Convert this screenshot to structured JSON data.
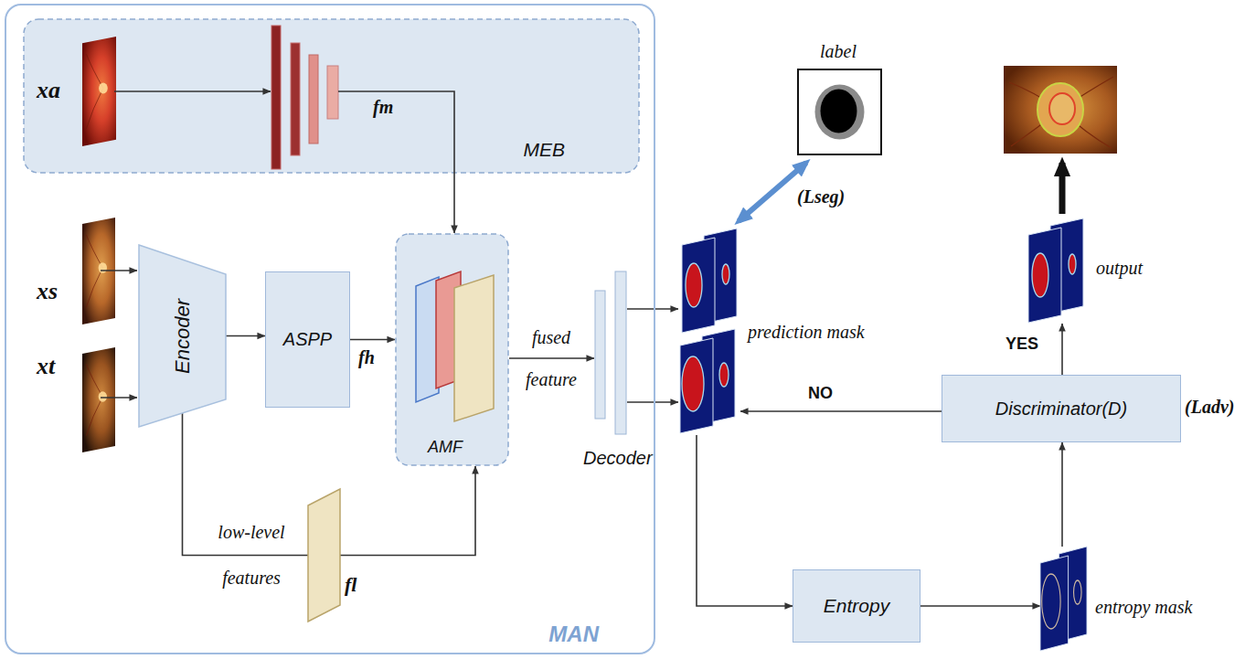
{
  "diagram": {
    "nodes": [
      {
        "text": [
          "MAN"
        ]
      },
      {
        "text": [
          "MEB"
        ],
        "in": 0
      },
      {
        "text": [
          "Encoder"
        ],
        "in": 0
      },
      {
        "text": [
          "ASPP"
        ],
        "in": 0
      },
      {
        "text": [
          "AMF"
        ],
        "in": 0
      },
      {
        "text": [
          "low-level features",
          "fl"
        ],
        "in": 0
      },
      {
        "text": [
          "Decoder"
        ],
        "in": 0
      },
      {
        "text": [
          "label"
        ]
      },
      {
        "text": [
          "prediction mask"
        ]
      },
      {
        "text": [
          "output"
        ]
      },
      {
        "text": [
          "Discriminator(D)"
        ]
      },
      {
        "text": [
          "Entropy"
        ]
      },
      {
        "text": [
          "entropy mask"
        ]
      }
    ],
    "edges": [
      {
        "from": 2,
        "to": 3,
        "arrow": "to"
      },
      {
        "from": 3,
        "to": 4,
        "arrow": "to",
        "label": "fh"
      },
      {
        "from": 1,
        "to": 4,
        "arrow": "to"
      },
      {
        "from": 2,
        "to": 5,
        "arrow": "none"
      },
      {
        "from": 5,
        "to": 4,
        "arrow": "to"
      },
      {
        "from": 4,
        "to": 6,
        "arrow": "to",
        "label": "fused feature"
      },
      {
        "from": 6,
        "to": 8,
        "arrow": "to"
      },
      {
        "from": 6,
        "to": 8,
        "arrow": "to"
      },
      {
        "from": 7,
        "to": 8,
        "arrow": "both",
        "label": "(Lseg)"
      },
      {
        "from": 10,
        "to": 8,
        "arrow": "to",
        "label": "NO"
      },
      {
        "from": 8,
        "to": 11,
        "arrow": "to"
      },
      {
        "from": 11,
        "to": 12,
        "arrow": "to"
      },
      {
        "from": 12,
        "to": 10,
        "arrow": "to"
      },
      {
        "from": 10,
        "to": 9,
        "arrow": "to",
        "label": "YES"
      }
    ],
    "labels": [
      "xa",
      "xs",
      "xt",
      "fm",
      "(Ladv)"
    ]
  }
}
